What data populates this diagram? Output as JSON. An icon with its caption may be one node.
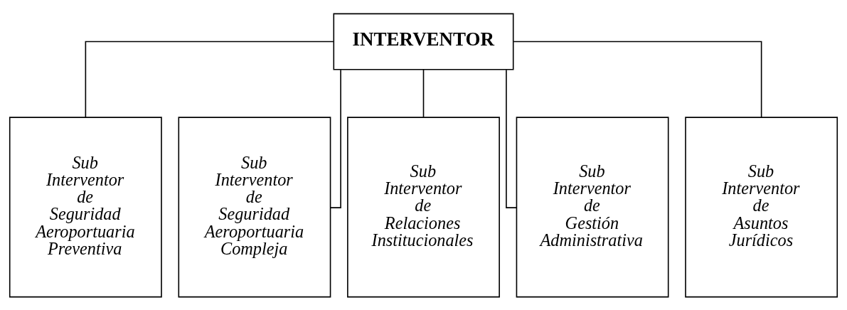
{
  "diagram": {
    "nodes": [
      {
        "text": [
          "INTERVENTOR"
        ]
      },
      {
        "text": [
          "Sub Interventor de Seguridad Aeroportuaria Preventiva"
        ]
      },
      {
        "text": [
          "Sub Interventor de Seguridad Aeroportuaria Compleja"
        ]
      },
      {
        "text": [
          "Sub Interventor de Relaciones Institucionales"
        ]
      },
      {
        "text": [
          "Sub Interventor de Gestión Administrativa"
        ]
      },
      {
        "text": [
          "Sub Interventor de Asuntos Jurídicos"
        ]
      }
    ],
    "edges": [
      {
        "from": 0,
        "to": 1,
        "arrow": "none"
      },
      {
        "from": 0,
        "to": 2,
        "arrow": "none"
      },
      {
        "from": 0,
        "to": 3,
        "arrow": "none"
      },
      {
        "from": 0,
        "to": 4,
        "arrow": "none"
      },
      {
        "from": 0,
        "to": 5,
        "arrow": "none"
      }
    ]
  }
}
